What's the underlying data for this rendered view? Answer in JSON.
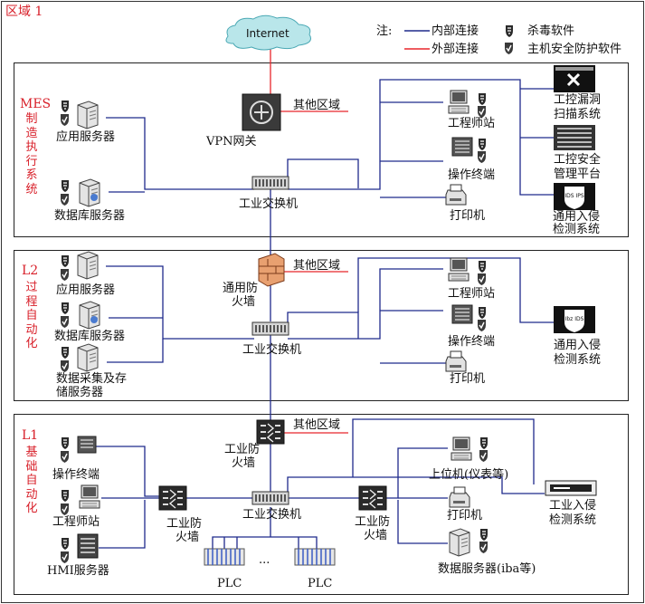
{
  "region_title": "区域 1",
  "internet_label": "Internet",
  "legend": {
    "note_label": "注:",
    "internal_label": "内部连接",
    "external_label": "外部连接",
    "antivirus_label": "杀毒软件",
    "host_security_label": "主机安全防护软件",
    "colors": {
      "internal": "#1f2a8c",
      "external": "#e8262b",
      "section_label": "#d8202a"
    }
  },
  "mes": {
    "title_main": "MES",
    "title_vertical": "制造执行系统",
    "app_server": "应用服务器",
    "db_server": "数据库服务器",
    "vpn_gateway": "VPN网关",
    "other_zone": "其他区域",
    "switch": "工业交换机",
    "eng_station": "工程师站",
    "op_terminal": "操作终端",
    "printer": "打印机",
    "vuln_scan_1": "工控漏洞",
    "vuln_scan_2": "扫描系统",
    "mgmt_1": "工控安全",
    "mgmt_2": "管理平台",
    "ids_1": "通用入侵",
    "ids_2": "检测系统",
    "ids_icon_text": "IDS IPS"
  },
  "l2": {
    "title_main": "L2",
    "title_vertical": "过程自动化",
    "app_server": "应用服务器",
    "db_server": "数据库服务器",
    "daq_1": "数据采集及存",
    "daq_2": "储服务器",
    "firewall_1": "通用防",
    "firewall_2": "火墙",
    "other_zone": "其他区域",
    "switch": "工业交换机",
    "eng_station": "工程师站",
    "op_terminal": "操作终端",
    "printer": "打印机",
    "ids_1": "通用入侵",
    "ids_2": "检测系统",
    "ids_icon_text": "Ibz IDS"
  },
  "l1": {
    "title_main": "L1",
    "title_vertical": "基础自动化",
    "op_terminal": "操作终端",
    "eng_station": "工程师站",
    "hmi": "HMI服务器",
    "fw_top_1": "工业防",
    "fw_top_2": "火墙",
    "fw_left_1": "工业防",
    "fw_left_2": "火墙",
    "fw_right_1": "工业防",
    "fw_right_2": "火墙",
    "other_zone": "其他区域",
    "switch": "工业交换机",
    "plc": "PLC",
    "ellipsis": "...",
    "upper_pc": "上位机(仪表等)",
    "printer": "打印机",
    "data_server": "数据服务器(iba等)",
    "ids_1": "工业入侵",
    "ids_2": "检测系统"
  }
}
